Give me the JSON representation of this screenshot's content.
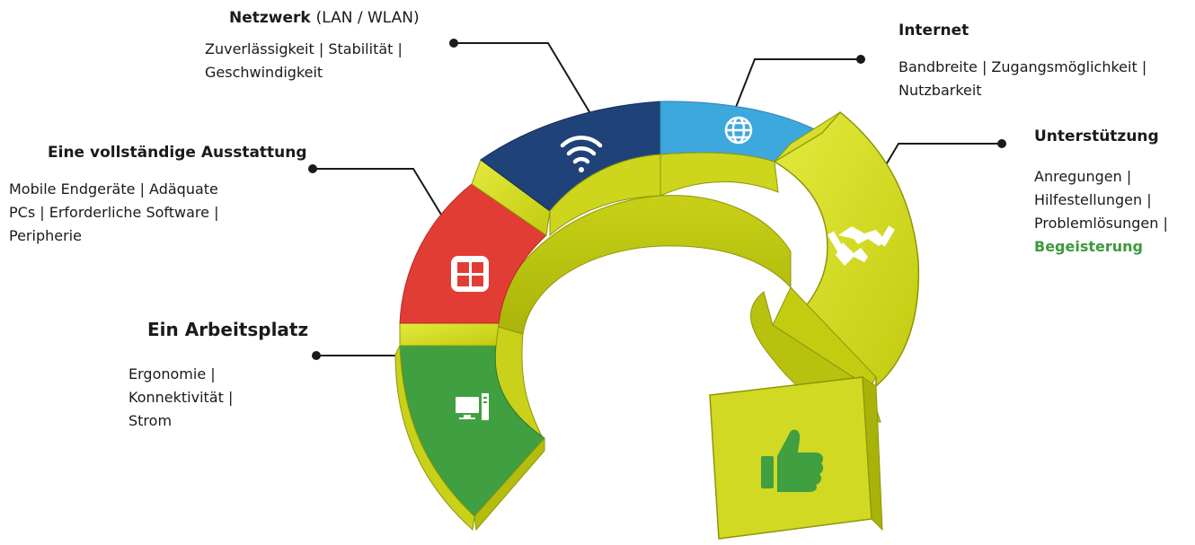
{
  "netzwerk": {
    "title": "Netzwerk",
    "title_suffix": "(LAN / WLAN)",
    "line1": "Zuverlässigkeit  |  Stabilität  |",
    "line2": "Geschwindigkeit"
  },
  "internet": {
    "title": "Internet",
    "line1": "Bandbreite  |  Zugangsmöglichkeit  |",
    "line2": "Nutzbarkeit"
  },
  "ausstattung": {
    "title": "Eine vollständige Ausstattung",
    "line1": "Mobile Endgeräte  |  Adäquate",
    "line2": "PCs  |  Erforderliche Software  |",
    "line3": "Peripherie"
  },
  "unterstuetzung": {
    "title": "Unterstützung",
    "line1": "Anregungen  |",
    "line2": "Hilfestellungen  |",
    "line3": "Problemlösungen  |",
    "line4": "Begeisterung"
  },
  "arbeitsplatz": {
    "title": "Ein Arbeitsplatz",
    "line1": "Ergonomie  |",
    "line2": "Konnektivität  |",
    "line3": "Strom"
  },
  "colors": {
    "green": "#3f9f41",
    "red": "#e23d35",
    "navy": "#1f4379",
    "sky": "#3da8de",
    "lime": "#d7de24",
    "accent_text": "#3a9a3c"
  },
  "icons": [
    "monitor-icon",
    "windows-logo-icon",
    "wifi-icon",
    "globe-icon",
    "handshake-icon",
    "thumbs-up-icon"
  ]
}
